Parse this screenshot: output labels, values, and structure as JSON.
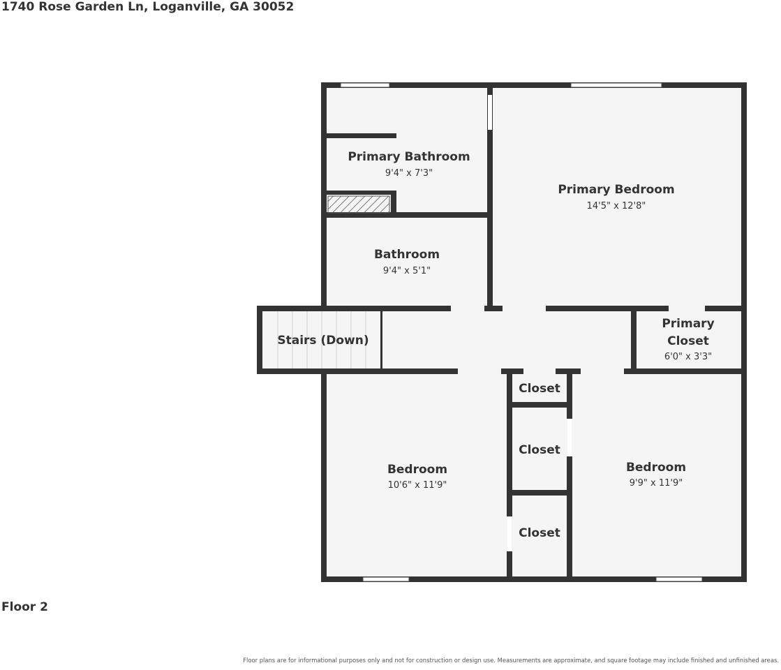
{
  "header": {
    "address": "1740 Rose Garden Ln, Loganville, GA 30052"
  },
  "floor": {
    "label": "Floor 2"
  },
  "footer": {
    "disclaimer": "Floor plans are for informational purposes only and not for construction or design use. Measurements are approximate, and square footage may include finished and unfinished areas."
  },
  "rooms": {
    "primary_bathroom": {
      "name": "Primary Bathroom",
      "dims": "9'4\" x 7'3\""
    },
    "primary_bedroom": {
      "name": "Primary Bedroom",
      "dims": "14'5\" x 12'8\""
    },
    "bathroom": {
      "name": "Bathroom",
      "dims": "9'4\" x 5'1\""
    },
    "stairs": {
      "name": "Stairs (Down)"
    },
    "primary_closet": {
      "name_line1": "Primary",
      "name_line2": "Closet",
      "dims": "6'0\" x 3'3\""
    },
    "closet_top": {
      "name": "Closet"
    },
    "closet_middle": {
      "name": "Closet"
    },
    "closet_bottom": {
      "name": "Closet"
    },
    "bedroom_left": {
      "name": "Bedroom",
      "dims": "10'6\" x 11'9\""
    },
    "bedroom_right": {
      "name": "Bedroom",
      "dims": "9'9\" x 11'9\""
    }
  },
  "colors": {
    "wall": "#333333",
    "floor": "#f5f5f5",
    "window": "#ffffff"
  }
}
